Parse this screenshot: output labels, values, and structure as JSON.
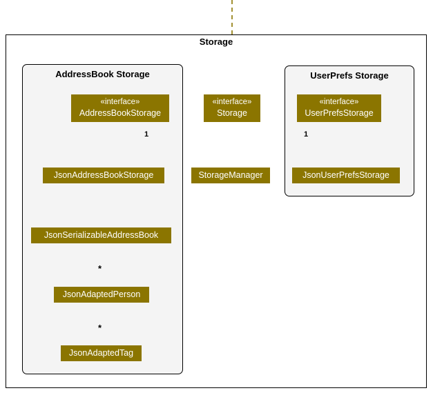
{
  "diagram": {
    "type": "uml-class-diagram",
    "colors": {
      "class_fill": "#8B7500",
      "class_text": "#FFFFFF",
      "line": "#8B7500",
      "package_fill": "#F4F4F4",
      "outer_fill": "#FFFFFF",
      "border": "#000000",
      "label_text": "#000000"
    }
  },
  "packages": {
    "outer": {
      "title": "Storage"
    },
    "addressbook": {
      "title": "AddressBook Storage"
    },
    "userprefs": {
      "title": "UserPrefs Storage"
    }
  },
  "classes": {
    "address_book_storage": {
      "stereotype": "«interface»",
      "name": "AddressBookStorage"
    },
    "storage": {
      "stereotype": "«interface»",
      "name": "Storage"
    },
    "user_prefs_storage": {
      "stereotype": "«interface»",
      "name": "UserPrefsStorage"
    },
    "json_address_book_storage": {
      "name": "JsonAddressBookStorage"
    },
    "storage_manager": {
      "name": "StorageManager"
    },
    "json_user_prefs_storage": {
      "name": "JsonUserPrefsStorage"
    },
    "json_serializable_address_book": {
      "name": "JsonSerializableAddressBook"
    },
    "json_adapted_person": {
      "name": "JsonAdaptedPerson"
    },
    "json_adapted_tag": {
      "name": "JsonAdaptedTag"
    }
  },
  "multiplicities": {
    "storage_manager_to_abs": "1",
    "storage_manager_to_ups": "1",
    "jsab_to_jap": "*",
    "jap_to_jat": "*"
  },
  "relationships": [
    {
      "from": "storage",
      "to": "address_book_storage",
      "kind": "generalization",
      "style": "solid",
      "arrow": "hollow-triangle"
    },
    {
      "from": "storage",
      "to": "user_prefs_storage",
      "kind": "generalization",
      "style": "solid",
      "arrow": "hollow-triangle"
    },
    {
      "from": "json_address_book_storage",
      "to": "address_book_storage",
      "kind": "realization",
      "style": "dashed",
      "arrow": "hollow-triangle"
    },
    {
      "from": "storage_manager",
      "to": "storage",
      "kind": "realization",
      "style": "dashed",
      "arrow": "hollow-triangle"
    },
    {
      "from": "json_user_prefs_storage",
      "to": "user_prefs_storage",
      "kind": "realization",
      "style": "dashed",
      "arrow": "hollow-triangle"
    },
    {
      "from": "storage_manager",
      "to": "address_book_storage",
      "kind": "association",
      "style": "solid",
      "arrow": "open",
      "label": "1"
    },
    {
      "from": "storage_manager",
      "to": "user_prefs_storage",
      "kind": "association",
      "style": "solid",
      "arrow": "open",
      "label": "1"
    },
    {
      "from": "json_address_book_storage",
      "to": "json_serializable_address_book",
      "kind": "dependency",
      "style": "dashed",
      "arrow": "open"
    },
    {
      "from": "json_serializable_address_book",
      "to": "json_adapted_person",
      "kind": "association",
      "style": "solid",
      "arrow": "open",
      "label": "*"
    },
    {
      "from": "json_adapted_person",
      "to": "json_adapted_tag",
      "kind": "association",
      "style": "solid",
      "arrow": "open",
      "label": "*"
    },
    {
      "from": "external",
      "to": "storage",
      "kind": "dependency",
      "style": "dashed",
      "arrow": "open"
    }
  ]
}
